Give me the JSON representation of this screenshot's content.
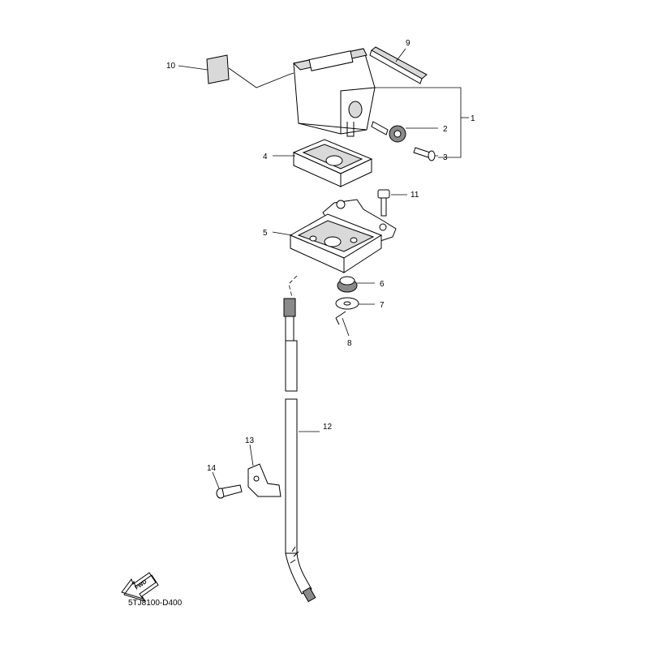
{
  "diagram": {
    "callouts": [
      "1",
      "2",
      "3",
      "4",
      "5",
      "6",
      "7",
      "8",
      "9",
      "10",
      "11",
      "12",
      "13",
      "14"
    ],
    "fwd_label": "FWD",
    "drawing_code": "5TJ8100-D400"
  }
}
